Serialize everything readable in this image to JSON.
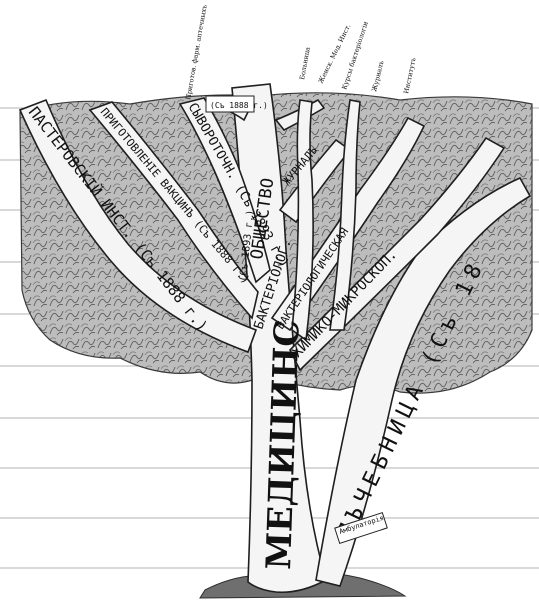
{
  "trunk": {
    "main_label": "МЕДИЦИНС",
    "right_trunk_label": "ЛЪЧЕБНИЦА (Съ 18"
  },
  "branches": {
    "pasteur": "ПАСТЕРОВСКІЙ ИНСТ. (Съ 1888 г.)",
    "preparation": "ПРИГОТОВЛЕНІЕ ВАКЦИНЪ (Съ 1888 г.)",
    "serum": "СЫВОРОТОЧН. (Съ 1893 г.)",
    "society": "ОБЩЕСТВО",
    "bacteriol": "БАКТЕРІОЛОГ.",
    "bacteriol_lab": "БАКТЕРІОЛОГИЧЕСКАЯ",
    "chemical": "ХИМИКО-МИКРОСКОП.",
    "journal": "ЖУРНАЛЪ",
    "trunk_side": "(Съ 1893 г.)"
  },
  "twigs": {
    "t1": "Приготов. фарм. аптечныхъ",
    "t2": "Больница",
    "t3": "Женск. Мед. Инст.",
    "t4": "Курсы бактеріологіи",
    "t5": "Журналъ",
    "t6": "Институтъ"
  },
  "tags": {
    "left_tag": "(Съ 1888 г.)",
    "root_tag": "Амбулаторія"
  }
}
